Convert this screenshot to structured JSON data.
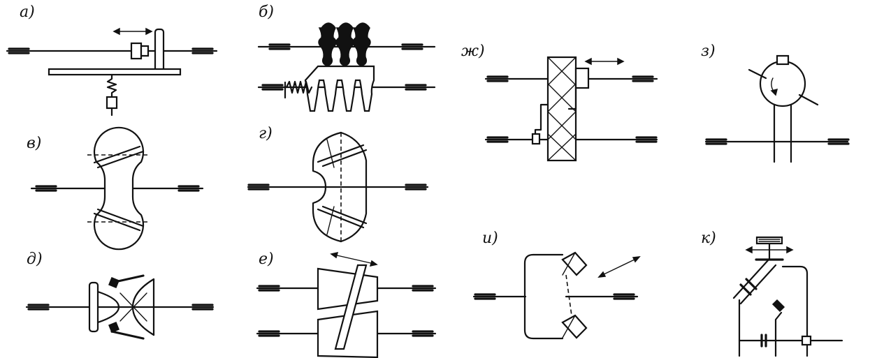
{
  "panels": [
    {
      "id": "a",
      "label": "а)"
    },
    {
      "id": "b",
      "label": "б)"
    },
    {
      "id": "v",
      "label": "в)"
    },
    {
      "id": "g",
      "label": "г)"
    },
    {
      "id": "d",
      "label": "д)"
    },
    {
      "id": "e",
      "label": "е)"
    },
    {
      "id": "zh",
      "label": "ж)"
    },
    {
      "id": "z",
      "label": "з)"
    },
    {
      "id": "i",
      "label": "и)"
    },
    {
      "id": "k",
      "label": "к)"
    }
  ]
}
